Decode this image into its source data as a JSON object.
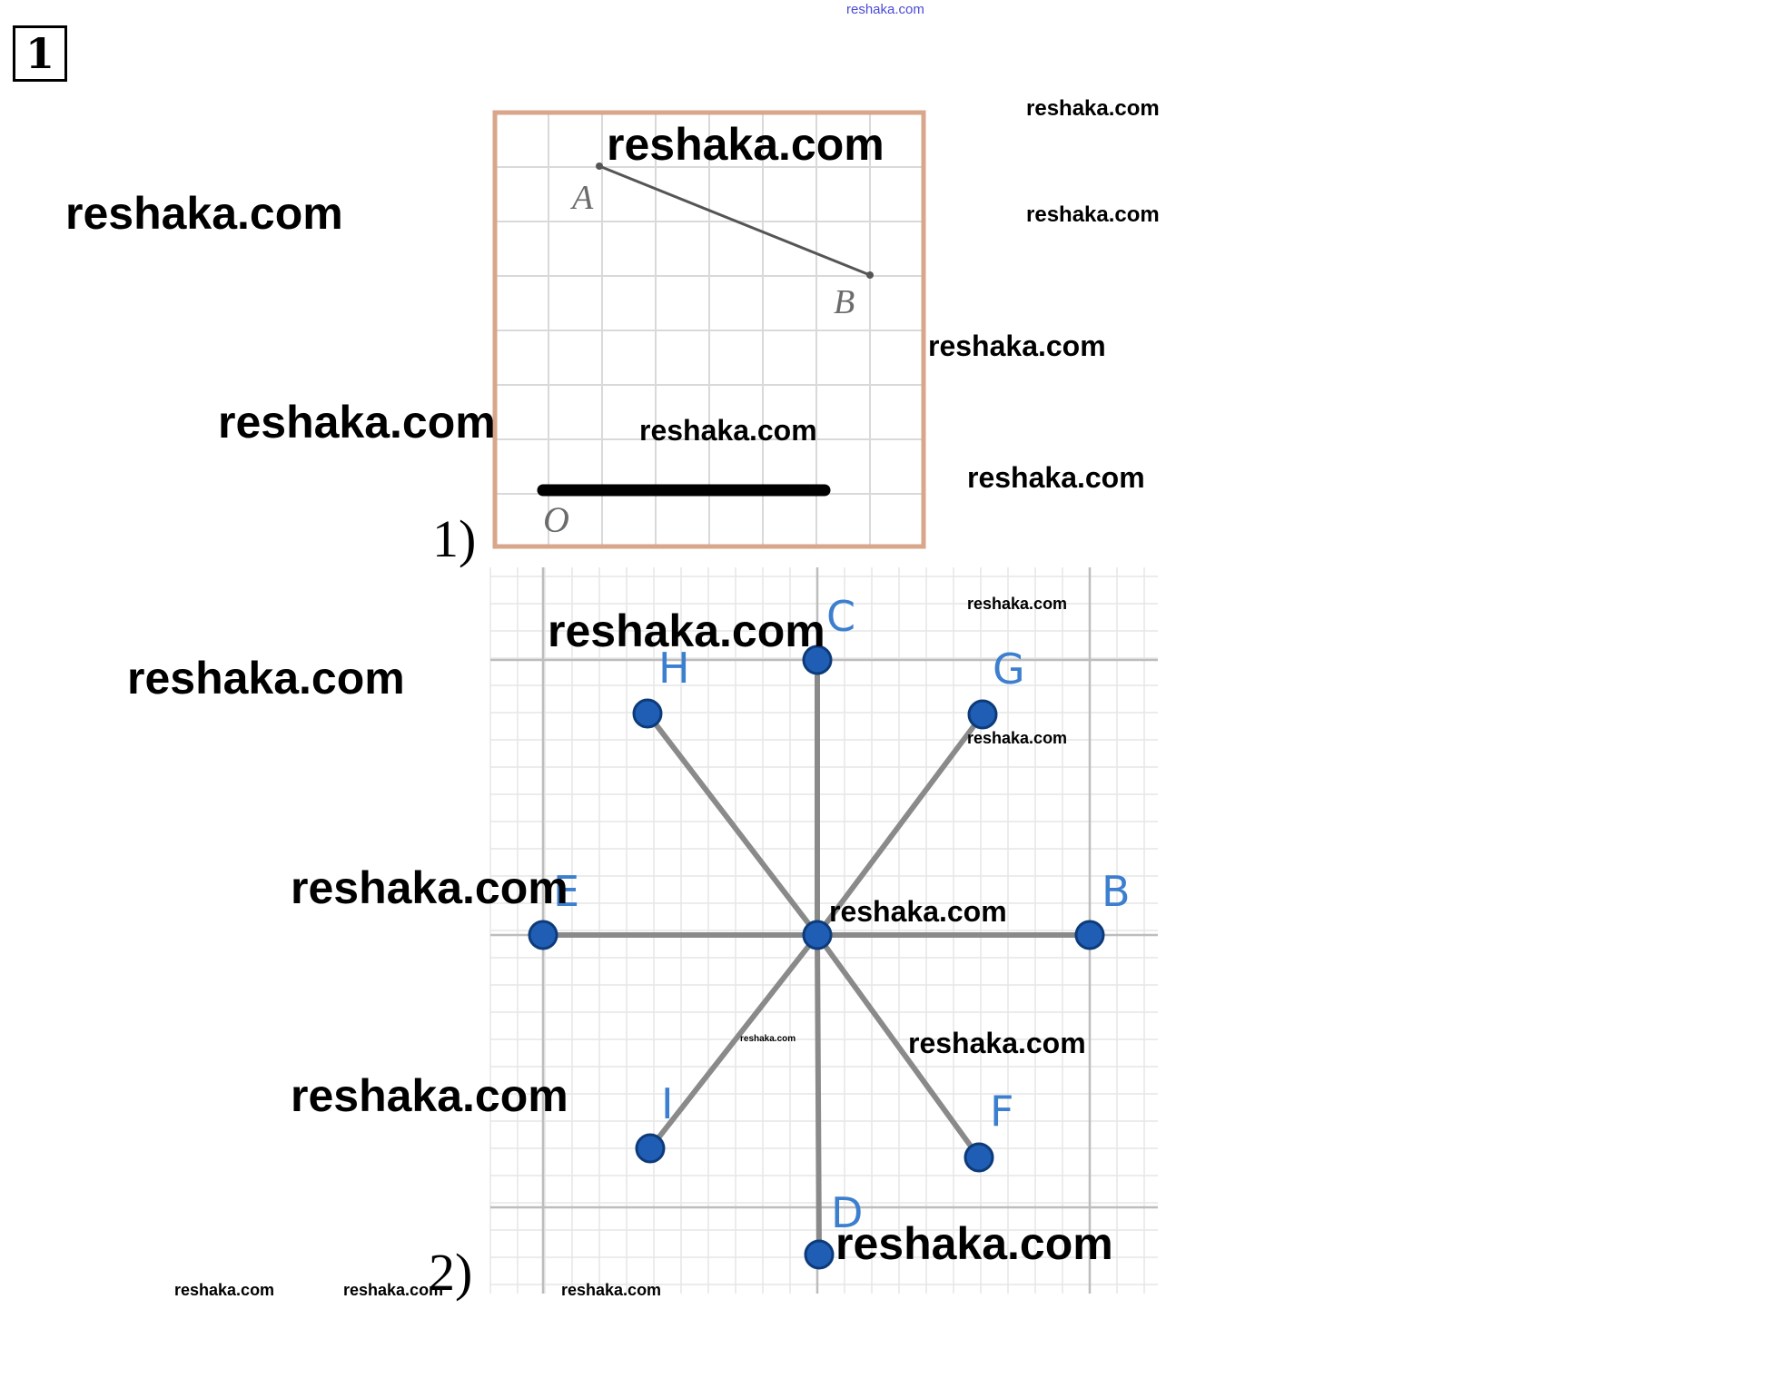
{
  "header": {
    "site_link": "reshaka.com"
  },
  "task": {
    "number": "1"
  },
  "figure1": {
    "label": "1)",
    "points": {
      "A": "A",
      "B": "B",
      "O": "O"
    },
    "colors": {
      "frame": "#d8a68a",
      "grid": "#d9d9d9",
      "segment": "#555555",
      "bar": "#000000"
    }
  },
  "figure2": {
    "label": "2)",
    "points": {
      "C": "C",
      "H": "H",
      "G": "G",
      "E": "E",
      "B": "B",
      "I": "I",
      "F": "F",
      "D": "D"
    },
    "colors": {
      "dot": "#1f5eb4",
      "dot_stroke": "#0d3b7a",
      "line": "#8a8a8a",
      "grid": "#e6e6e6",
      "axis": "#bdbdbd",
      "label": "#3d7fcf"
    }
  },
  "watermarks": [
    "reshaka.com",
    "reshaka.com",
    "reshaka.com",
    "reshaka.com",
    "reshaka.com",
    "reshaka.com",
    "reshaka.com",
    "reshaka.com",
    "reshaka.com",
    "reshaka.com",
    "reshaka.com",
    "reshaka.com",
    "reshaka.com",
    "reshaka.com",
    "reshaka.com",
    "reshaka.com",
    "reshaka.com",
    "reshaka.com",
    "reshaka.com",
    "reshaka.com"
  ]
}
